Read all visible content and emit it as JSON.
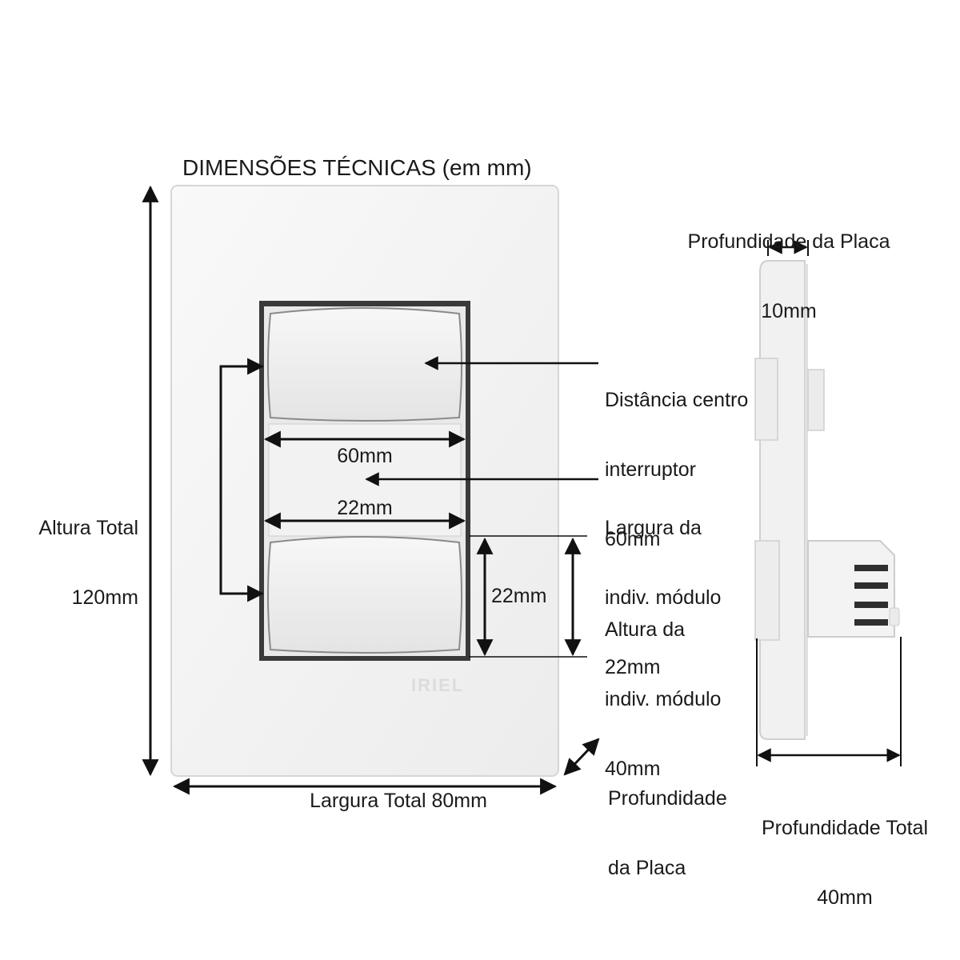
{
  "title": "DIMENSÕES TÉCNICAS (em mm)",
  "height_total": {
    "label": "Altura Total",
    "value": "120mm"
  },
  "width_total": "Largura Total 80mm",
  "depth_plate_front": {
    "line1": "Profundidade",
    "line2": "da Placa"
  },
  "switch_gap_label": "60mm",
  "module_width_label": "22mm",
  "module_height_label": "22mm",
  "callout_center": {
    "line1": "Distância centro",
    "line2": "interruptor",
    "line3": "60mm"
  },
  "callout_width": {
    "line1": "Largura da",
    "line2": "indiv. módulo",
    "line3": "22mm"
  },
  "callout_height": {
    "line1": "Altura da",
    "line2": "indiv. módulo",
    "line3": "40mm"
  },
  "side_depth_plate": {
    "line1": "Profundidade da Placa",
    "line2": "10mm"
  },
  "side_depth_total": {
    "line1": "Profundidade Total",
    "line2": "40mm"
  },
  "brand": "IRIEL",
  "colors": {
    "plate": "#f4f4f4",
    "plate_edge": "#d8d8d8",
    "line": "#111111",
    "frame": "#3a3a3a"
  }
}
